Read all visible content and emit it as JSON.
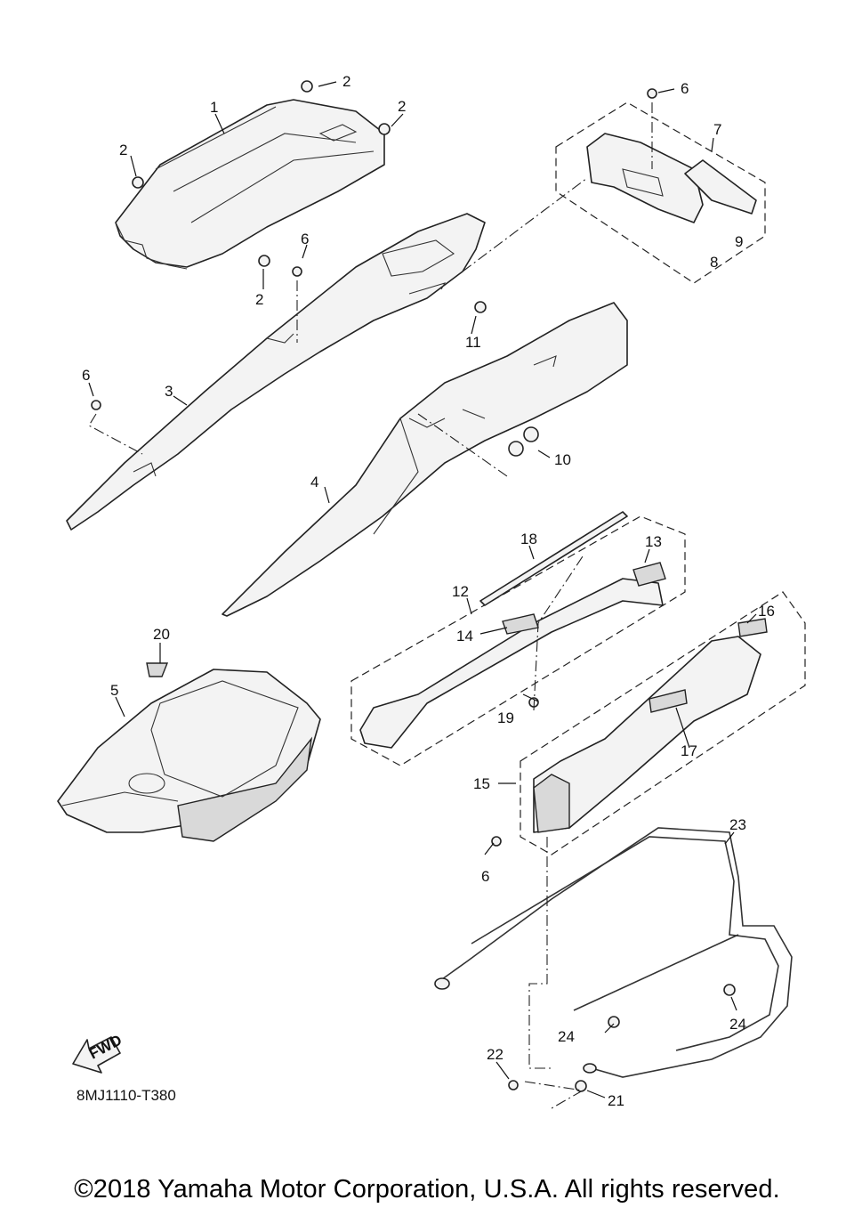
{
  "diagram": {
    "callouts": [
      "1",
      "2",
      "2",
      "2",
      "2",
      "3",
      "4",
      "5",
      "6",
      "6",
      "6",
      "6",
      "7",
      "8",
      "9",
      "10",
      "11",
      "12",
      "13",
      "14",
      "15",
      "16",
      "17",
      "18",
      "19",
      "20",
      "21",
      "22",
      "23",
      "24",
      "24"
    ],
    "direction_arrow_label": "FWD",
    "diagram_code": "8MJ1110-T380",
    "copyright": "©2018 Yamaha Motor Corporation, U.S.A. All rights reserved."
  }
}
